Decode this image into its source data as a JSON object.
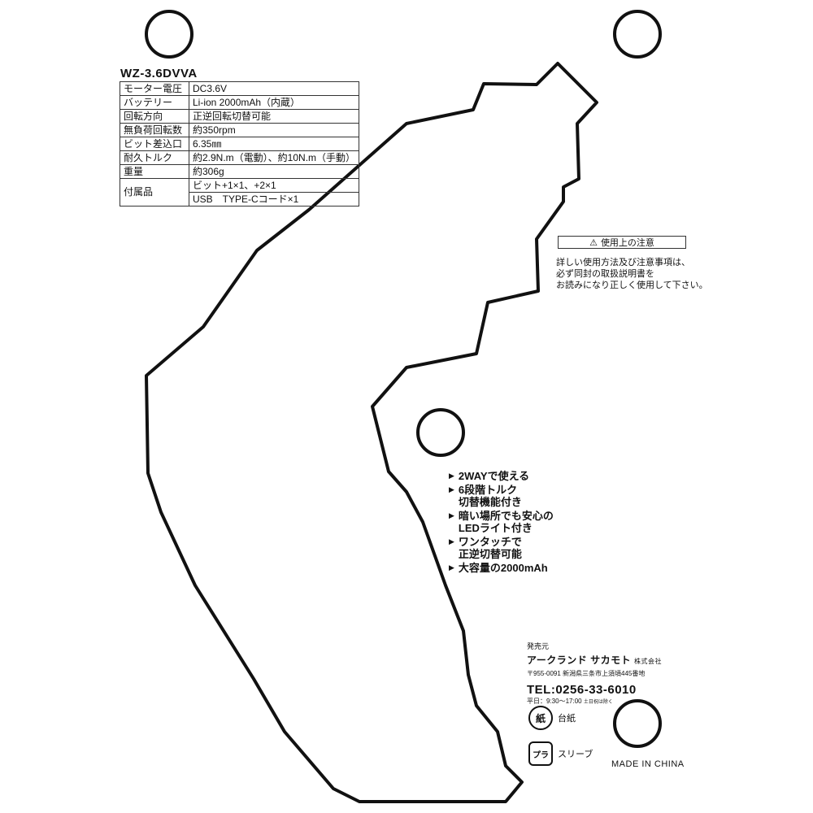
{
  "model": "WZ-3.6DVVA",
  "specs": [
    {
      "label": "モーター電圧",
      "value": "DC3.6V"
    },
    {
      "label": "バッテリー",
      "value": "Li-ion 2000mAh（内蔵）"
    },
    {
      "label": "回転方向",
      "value": "正逆回転切替可能"
    },
    {
      "label": "無負荷回転数",
      "value": "約350rpm"
    },
    {
      "label": "ビット差込口",
      "value": "6.35㎜"
    },
    {
      "label": "耐久トルク",
      "value": "約2.9N.m（電動）、約10N.m（手動）"
    },
    {
      "label": "重量",
      "value": "約306g"
    },
    {
      "label": "付属品",
      "value": "ビット+1×1、+2×1",
      "value2": "USB　TYPE-Cコード×1"
    }
  ],
  "caution": {
    "icon": "warning-triangle-icon",
    "title": "使用上の注意",
    "lines": [
      "詳しい使用方法及び注意事項は、",
      "必ず同封の取扱説明書を",
      "お読みになり正しく使用して下さい。"
    ]
  },
  "features": [
    {
      "lines": [
        "2WAYで使える"
      ]
    },
    {
      "lines": [
        "6段階トルク",
        "切替機能付き"
      ]
    },
    {
      "lines": [
        "暗い場所でも安心の",
        "LEDライト付き"
      ]
    },
    {
      "lines": [
        "ワンタッチで",
        "正逆切替可能"
      ]
    },
    {
      "lines": [
        "大容量の2000mAh"
      ]
    }
  ],
  "publisher": {
    "label": "発売元",
    "company": "アークランド サカモト",
    "company_suffix": "株式会社",
    "address": "〒955-0091 新潟県三条市上須頃445番地",
    "tel": "TEL:0256-33-6010",
    "hours": "平日：9:30〜17:00",
    "hours_note": "土日祝は除く"
  },
  "recycle": [
    {
      "mark": "紙",
      "label": "台紙"
    },
    {
      "mark": "プラ",
      "label": "スリーブ"
    }
  ],
  "made_in": "MADE IN CHINA"
}
